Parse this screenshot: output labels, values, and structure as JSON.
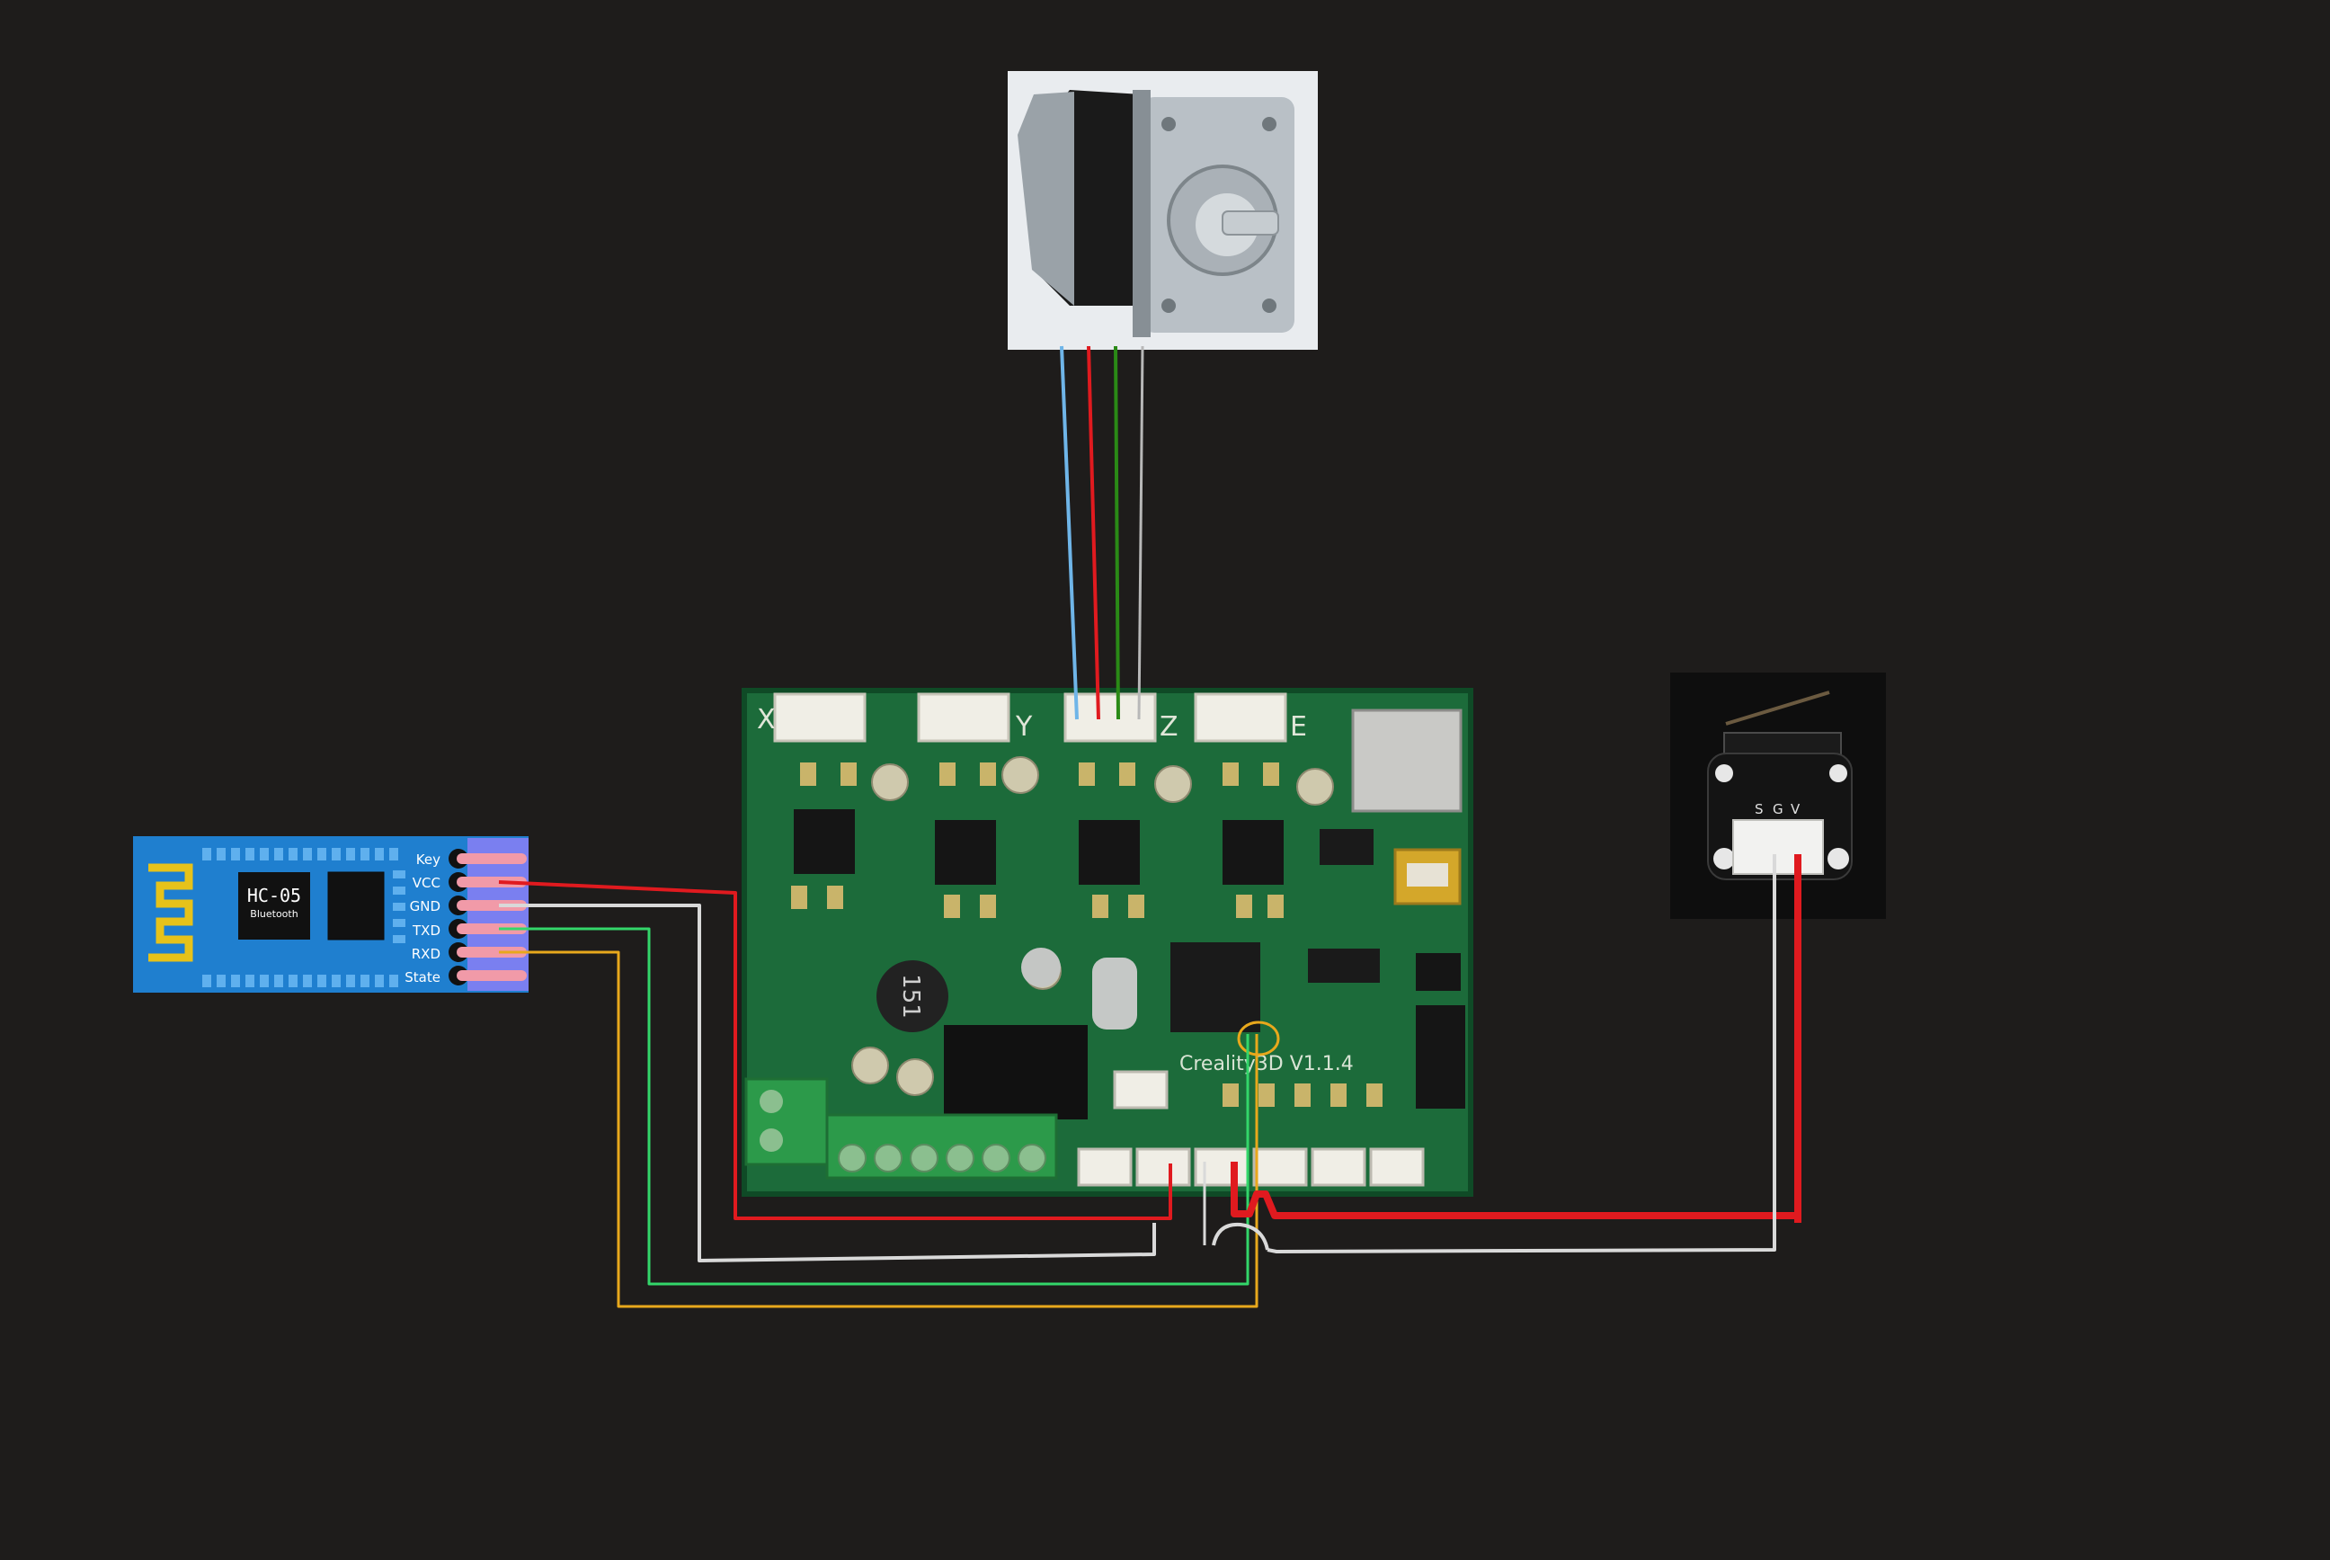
{
  "hc05": {
    "title": "HC-05",
    "subtitle": "Bluetooth",
    "pins": [
      "Key",
      "VCC",
      "GND",
      "TXD",
      "RXD",
      "State"
    ]
  },
  "board": {
    "label": "Creality3D V1.1.4",
    "axis_labels": [
      "X",
      "Y",
      "Z",
      "E"
    ],
    "inductor_label": "151"
  },
  "endstop": {
    "pin_labels": [
      "S",
      "G",
      "V"
    ]
  },
  "colors": {
    "background": "#1e1c1b",
    "hc05_blue": "#1f7fcf",
    "board_green": "#1c6b3a",
    "wire_red": "#e01a1f",
    "wire_white": "#d9d9d9",
    "wire_green": "#33d66a",
    "wire_yellow": "#e8a81c",
    "wire_blue": "#6fb5e8",
    "wire_darkgreen": "#2a8a16",
    "wire_gray": "#b8b8b8"
  }
}
